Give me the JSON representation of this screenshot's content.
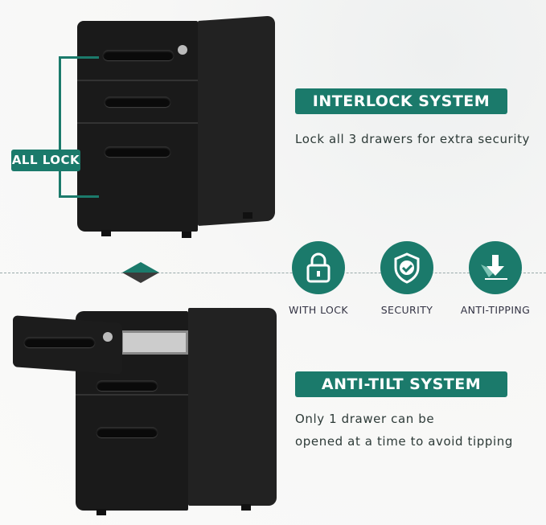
{
  "colors": {
    "accent": "#1b7a6b",
    "cabinet": "#1c1c1c"
  },
  "top": {
    "callout": "ALL LOCK",
    "title": "INTERLOCK SYSTEM",
    "description": "Lock all 3 drawers for extra security"
  },
  "features": [
    {
      "icon": "lock-icon",
      "label": "WITH LOCK"
    },
    {
      "icon": "shield-check-icon",
      "label": "SECURITY"
    },
    {
      "icon": "anti-tipping-icon",
      "label": "ANTI-TIPPING"
    }
  ],
  "bottom": {
    "title": "ANTI-TILT SYSTEM",
    "description_line1": "Only 1 drawer can be",
    "description_line2": "opened at a time to avoid tipping"
  }
}
